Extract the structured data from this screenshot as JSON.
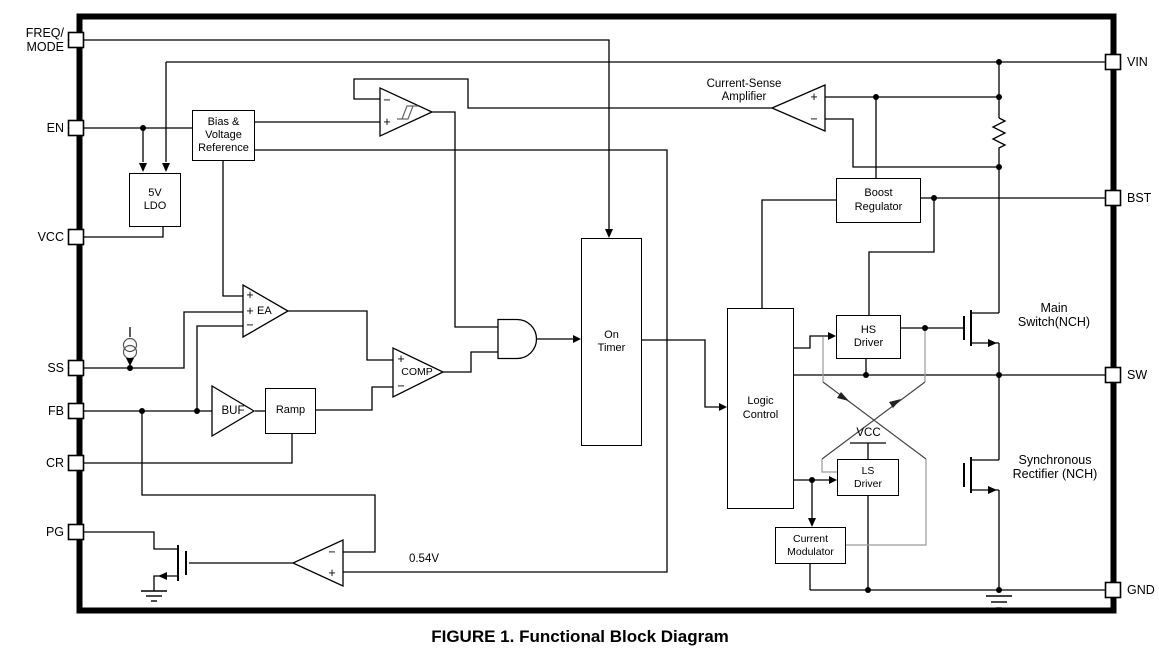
{
  "figure_caption": "FIGURE 1. Functional Block Diagram",
  "pins": {
    "left": [
      {
        "label": "FREQ/\nMODE"
      },
      {
        "label": "EN"
      },
      {
        "label": "VCC"
      },
      {
        "label": "SS"
      },
      {
        "label": "FB"
      },
      {
        "label": "CR"
      },
      {
        "label": "PG"
      }
    ],
    "right": [
      {
        "label": "VIN"
      },
      {
        "label": "BST"
      },
      {
        "label": "SW"
      },
      {
        "label": "GND"
      }
    ]
  },
  "blocks": {
    "bias_reference": "Bias &\nVoltage\nReference",
    "ldo": "5V\nLDO",
    "boost_regulator": "Boost\nRegulator",
    "on_timer": "On\nTimer",
    "logic_control": "Logic\nControl",
    "hs_driver": "HS\nDriver",
    "ls_driver": "LS\nDriver",
    "current_modulator": "Current\nModulator",
    "ramp": "Ramp"
  },
  "amplifiers": {
    "error_amp": "EA",
    "comparator": "COMP",
    "buffer": "BUF",
    "current_sense": "Current-Sense\nAmplifier"
  },
  "labels": {
    "vcc_tap": "VCC",
    "pg_threshold": "0.54V",
    "main_switch": "Main\nSwitch(NCH)",
    "sync_rectifier": "Synchronous\nRectifier (NCH)"
  },
  "glyphs": {
    "plus": "+",
    "minus": "−"
  },
  "colors": {
    "line": "#000000",
    "sense_gray": "#9a9a9a",
    "background": "#ffffff"
  }
}
